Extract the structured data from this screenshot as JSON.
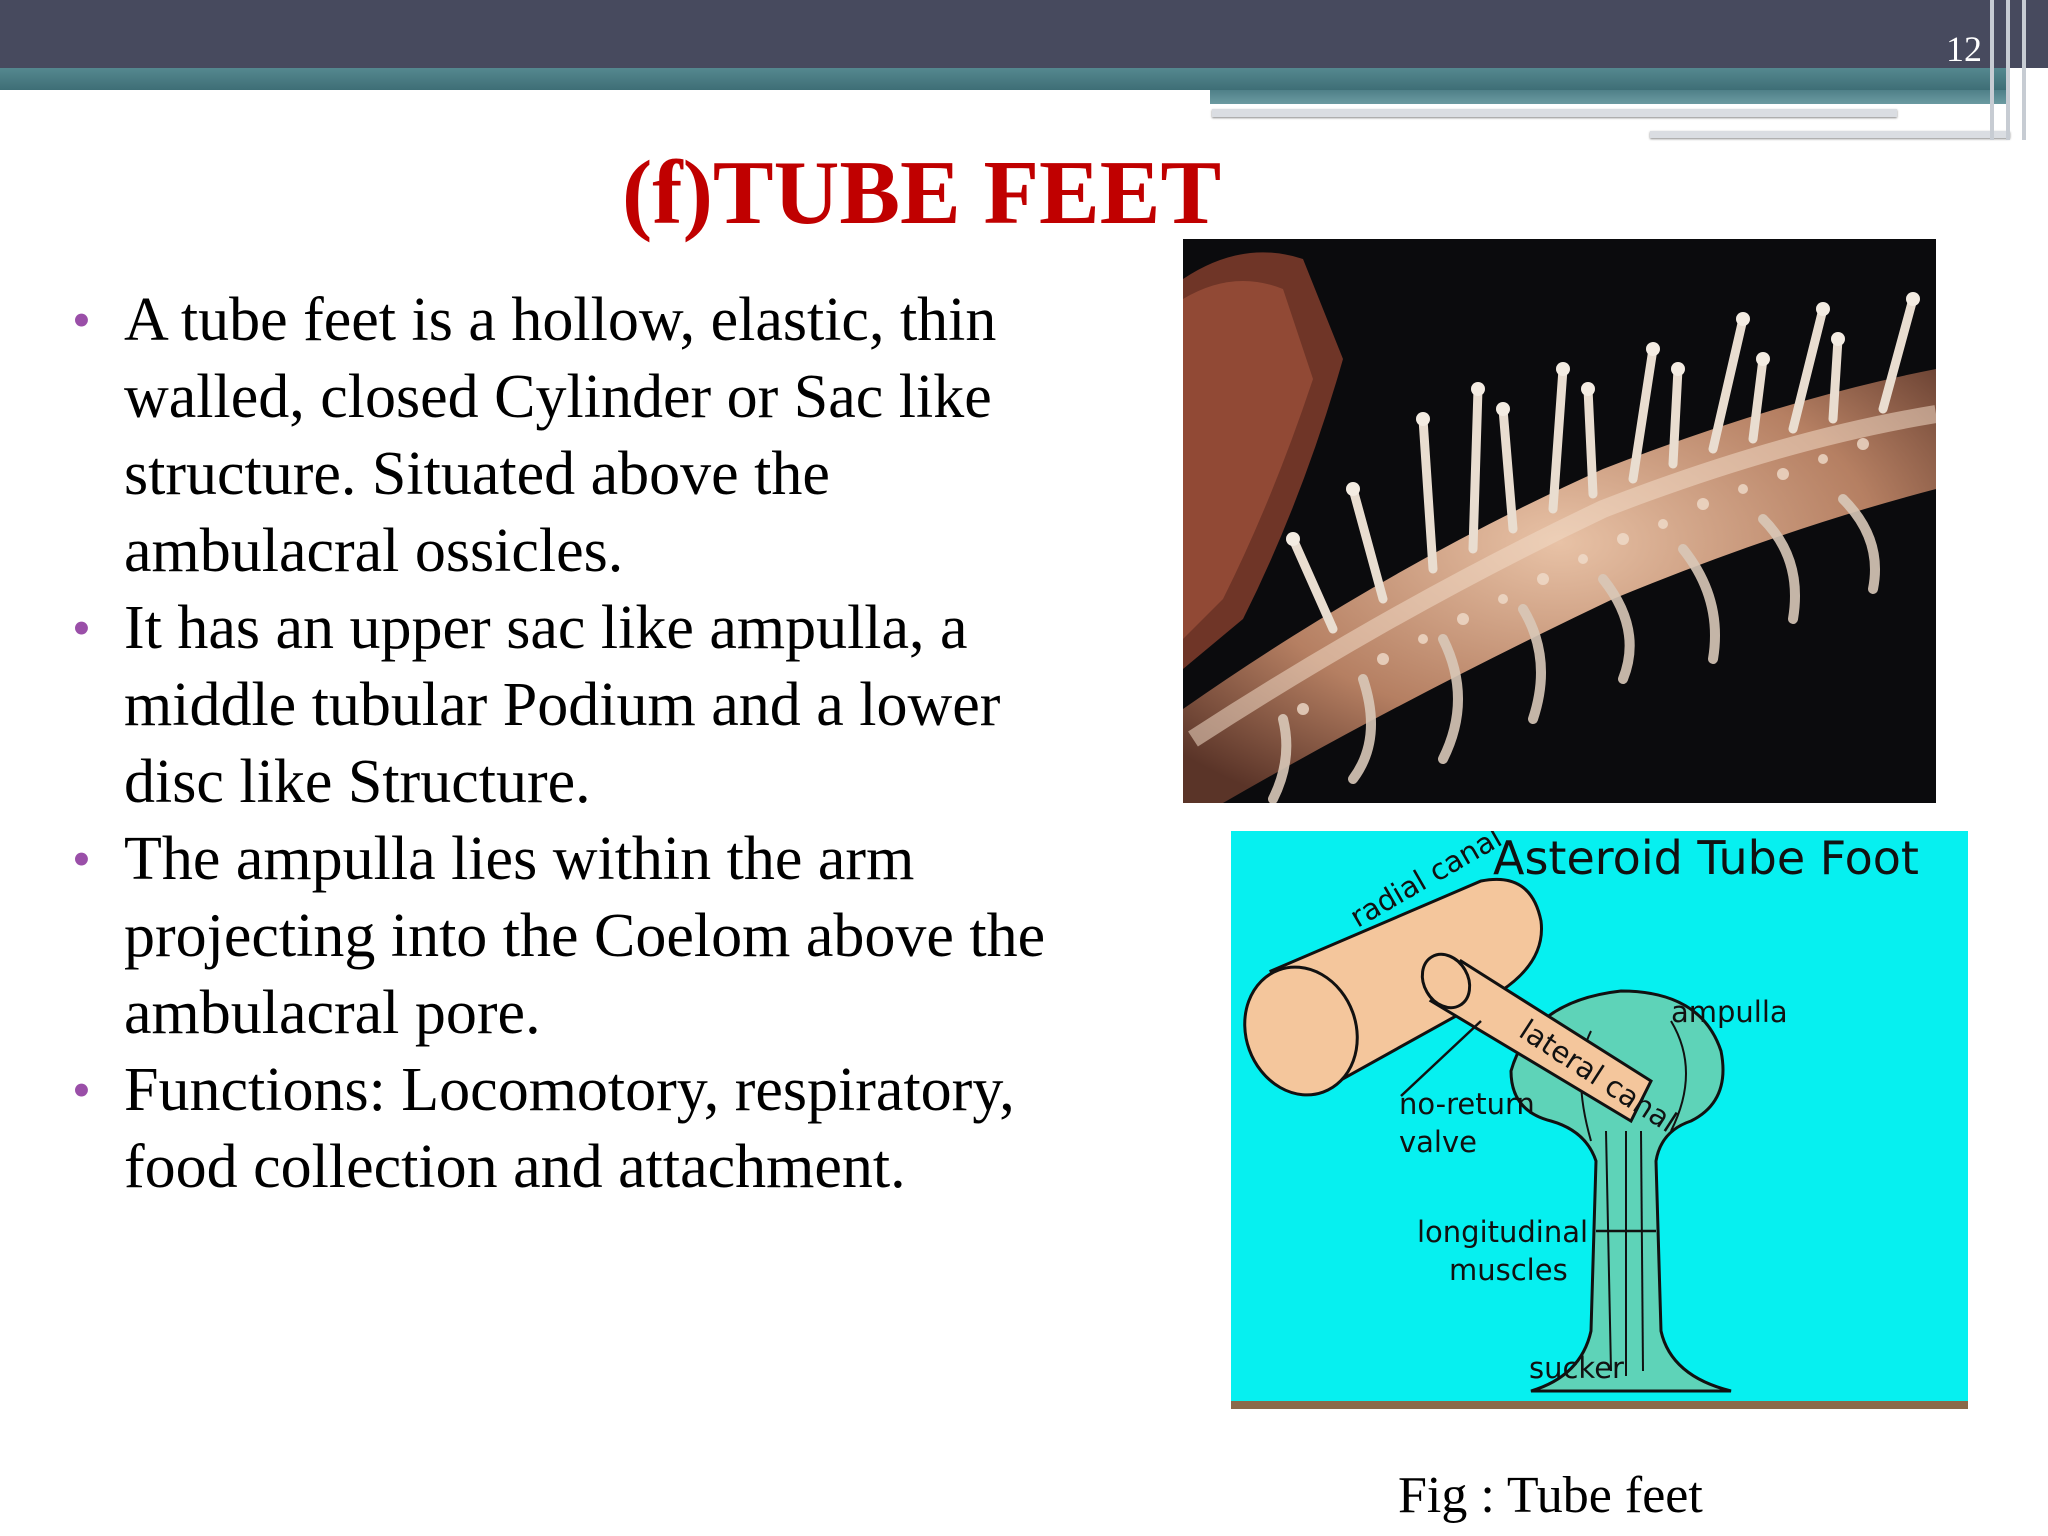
{
  "slide": {
    "number": "12",
    "title": "(f)TUBE FEET",
    "bullets": [
      "A tube feet is a hollow, elastic, thin walled, closed Cylinder or Sac like  structure. Situated above the ambulacral ossicles.",
      "It has an upper sac like ampulla, a middle tubular Podium and a lower disc like Structure.",
      "The ampulla lies within the arm projecting into the Coelom above the ambulacral pore.",
      "Functions: Locomotory, respiratory, food collection and attachment."
    ],
    "bullet_color": "#9a4fa8",
    "title_color": "#c00000"
  },
  "diagram": {
    "title": "Asteroid Tube Foot",
    "labels": {
      "radial_canal": "radial canal",
      "lateral_canal": "lateral canal",
      "ampulla": "ampulla",
      "valve_line1": "no-return",
      "valve_line2": "valve",
      "muscles_line1": "longitudinal",
      "muscles_line2": "muscles",
      "sucker": "sucker"
    },
    "background": "#06f0f0"
  },
  "figure": {
    "caption": "Fig : Tube feet"
  }
}
